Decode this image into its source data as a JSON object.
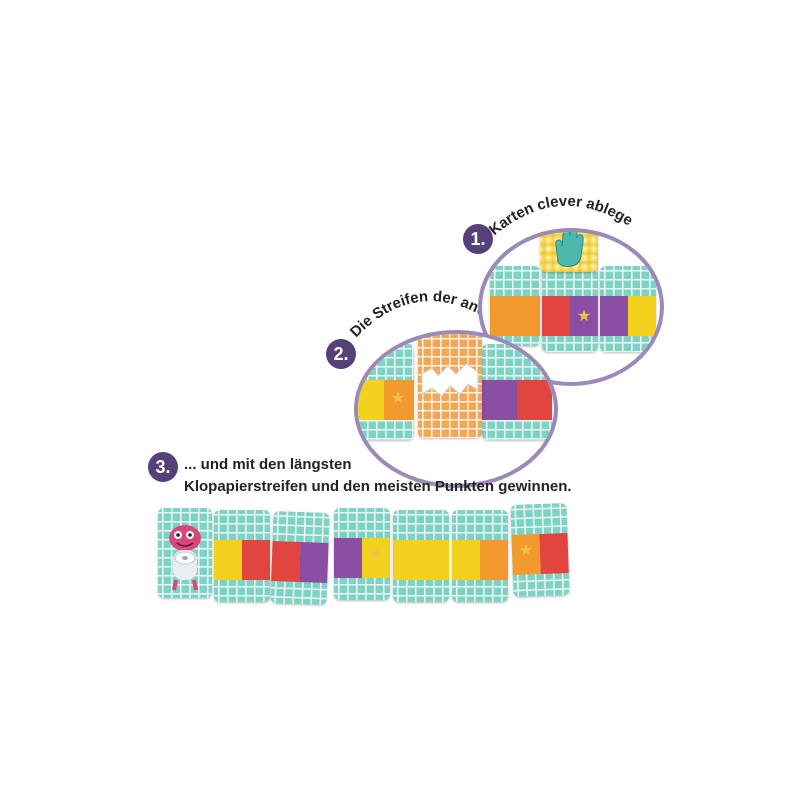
{
  "steps": [
    {
      "number": "1.",
      "text": "Karten clever ablegen."
    },
    {
      "number": "2.",
      "text": "Die Streifen der anderen verkürzen."
    },
    {
      "number": "3.",
      "line1": "... und mit den längsten",
      "line2": "Klopapierstreifen und den meisten Punkten gewinnen."
    }
  ],
  "colors": {
    "card_teal": "#7fd3c5",
    "yellow": "#f3d21f",
    "red": "#e2453f",
    "purple": "#8a4ea3",
    "orange": "#f39a2e",
    "badge": "#55407a",
    "circle_border": "#9b8ab5"
  },
  "bottom_row": [
    {
      "kind": "monster",
      "icon": "monster-icon"
    },
    {
      "kind": "stripe",
      "left": "yellow",
      "right": "red"
    },
    {
      "kind": "stripe",
      "left": "red",
      "right": "purple"
    },
    {
      "kind": "stripe",
      "left": "purple",
      "right": "yellow",
      "star": "right"
    },
    {
      "kind": "stripe",
      "left": "yellow",
      "right": "yellow"
    },
    {
      "kind": "stripe",
      "left": "yellow",
      "right": "orange"
    },
    {
      "kind": "stripe",
      "left": "orange",
      "right": "red",
      "star": "left"
    }
  ],
  "icons": [
    "hand-icon",
    "torn-paper-icon",
    "star-icon",
    "monster-icon"
  ]
}
